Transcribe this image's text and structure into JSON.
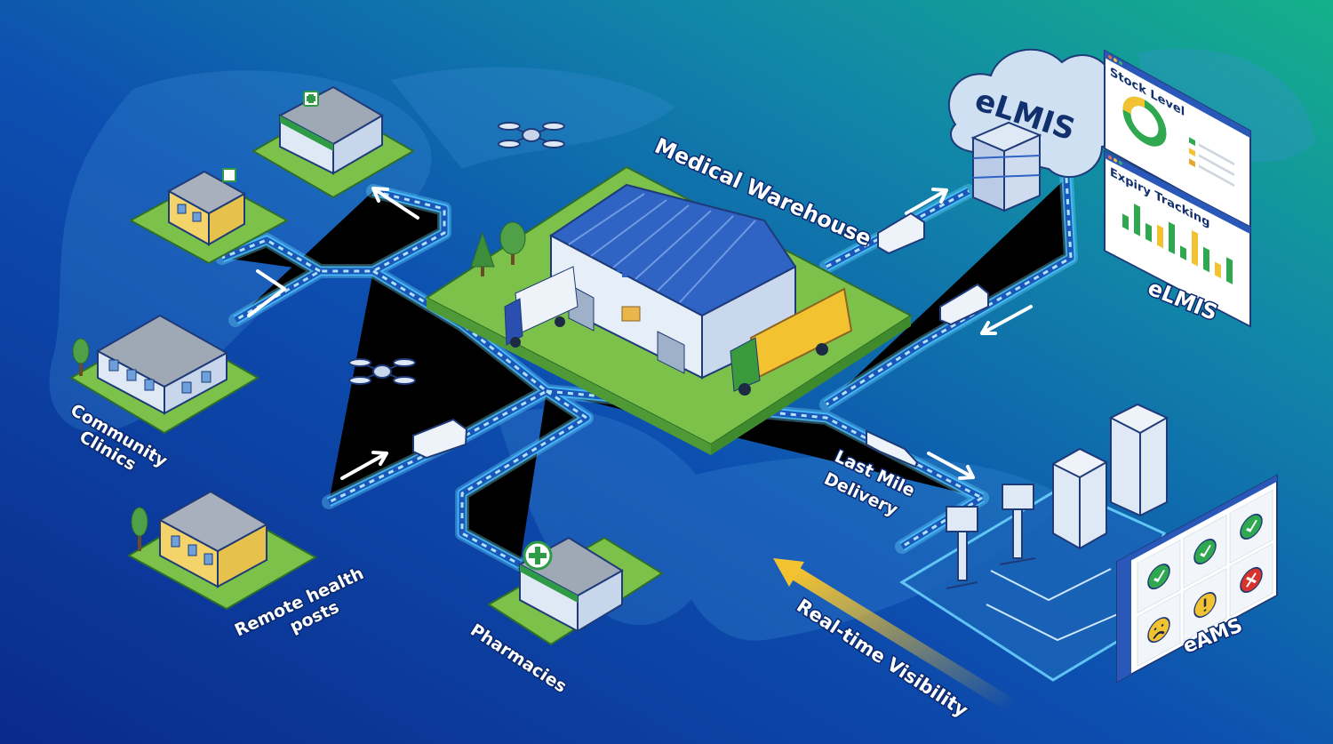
{
  "labels": {
    "warehouse": "Medical Warehouse",
    "cloud": "eLMIS",
    "stock_panel_title": "Stock Level",
    "expiry_panel_title": "Expiry Tracking",
    "dashboard_caption": "eLMIS",
    "last_mile_line1": "Last Mile",
    "last_mile_line2": "Delivery",
    "eams": "eAMS",
    "visibility": "Real-time Visibility",
    "pharmacies": "Pharmacies",
    "remote_line1": "Remote health",
    "remote_line2": "posts",
    "community_line1": "Community",
    "community_line2": "Clinics"
  },
  "eams_status_icons": [
    "check-icon",
    "check-icon",
    "check-icon",
    "sad-face-icon",
    "warning-icon",
    "error-x-icon"
  ],
  "colors": {
    "background_start": "#0b2f93",
    "background_end": "#13a98a",
    "road_glow": "#48c4ff",
    "grass": "#7cc14a",
    "status_ok": "#2fa84f",
    "status_warn": "#f2c230",
    "status_error": "#d9342b",
    "visibility_arrow": "#f2c230"
  }
}
